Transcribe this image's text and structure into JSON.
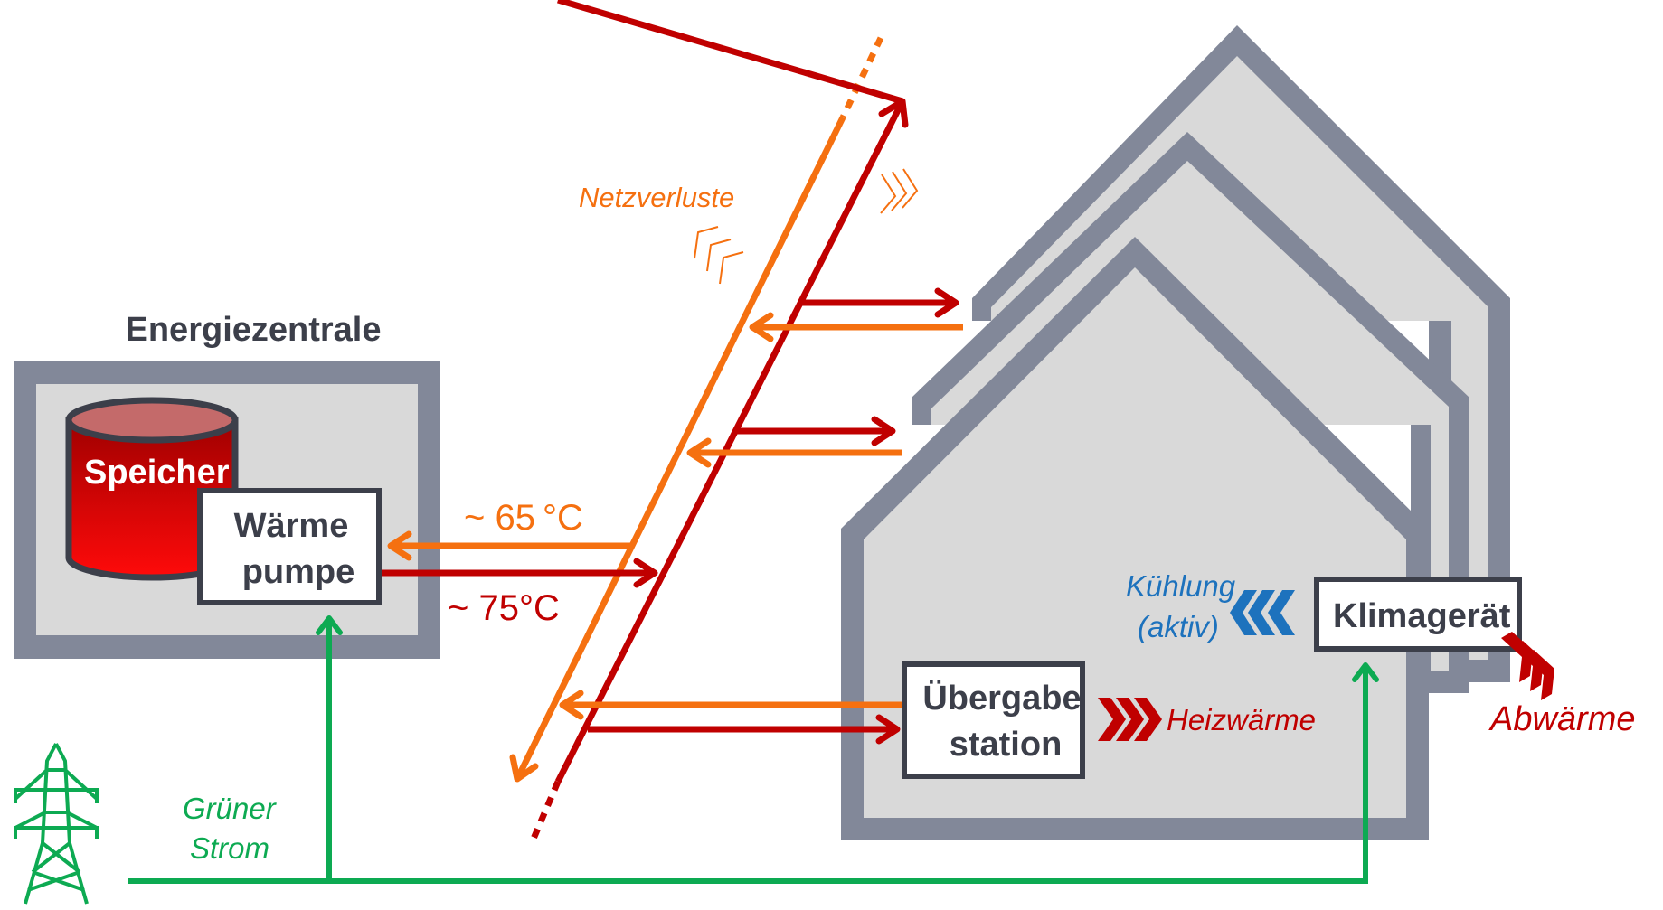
{
  "colors": {
    "frame": "#828899",
    "fill": "#d9d9d9",
    "box_border": "#3c3f4a",
    "text_dark": "#3c3f4a",
    "supply_red": "#c00000",
    "return_orange": "#f57010",
    "green": "#0daa52",
    "cooling_blue": "#1d72bd",
    "tank_top": "#c46a6a"
  },
  "energiezentrale": {
    "title": "Energiezentrale",
    "storage_label": "Speicher",
    "heatpump_line1": "Wärme",
    "heatpump_line2": "pumpe"
  },
  "network": {
    "return_temp": "~ 65 °C",
    "supply_temp": "~ 75°C",
    "losses_label": "Netzverluste"
  },
  "building": {
    "substation_line1": "Übergabe",
    "substation_line2": "station",
    "heating_label": "Heizwärme",
    "ac_label": "Klimagerät",
    "cooling_line1": "Kühlung",
    "cooling_line2": "(aktiv)",
    "waste_heat_label": "Abwärme"
  },
  "power": {
    "label_line1": "Grüner",
    "label_line2": "Strom",
    "icon": "power-pylon-icon"
  }
}
